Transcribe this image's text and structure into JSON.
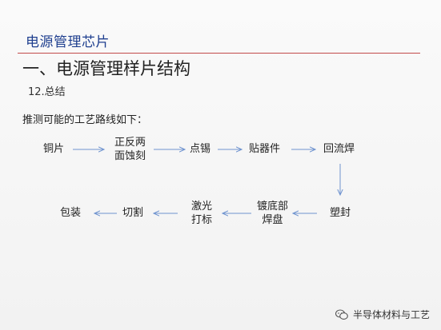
{
  "slide": {
    "header": "电源管理芯片",
    "section_title": "一、电源管理样片结构",
    "subsection": "12.总结",
    "intro": "推测可能的工艺路线如下："
  },
  "flow": {
    "steps": [
      {
        "id": "s1",
        "lines": [
          "铜片"
        ]
      },
      {
        "id": "s2",
        "lines": [
          "正反两",
          "面蚀刻"
        ]
      },
      {
        "id": "s3",
        "lines": [
          "点锡"
        ]
      },
      {
        "id": "s4",
        "lines": [
          "贴器件"
        ]
      },
      {
        "id": "s5",
        "lines": [
          "回流焊"
        ]
      },
      {
        "id": "s6",
        "lines": [
          "塑封"
        ]
      },
      {
        "id": "s7",
        "lines": [
          "镀底部",
          "焊盘"
        ]
      },
      {
        "id": "s8",
        "lines": [
          "激光",
          "打标"
        ]
      },
      {
        "id": "s9",
        "lines": [
          "切割"
        ]
      },
      {
        "id": "s10",
        "lines": [
          "包装"
        ]
      }
    ],
    "arrow_color": "#6f93cf"
  },
  "watermark": {
    "text": "半导体材料与工艺",
    "icon": "wechat-icon"
  }
}
